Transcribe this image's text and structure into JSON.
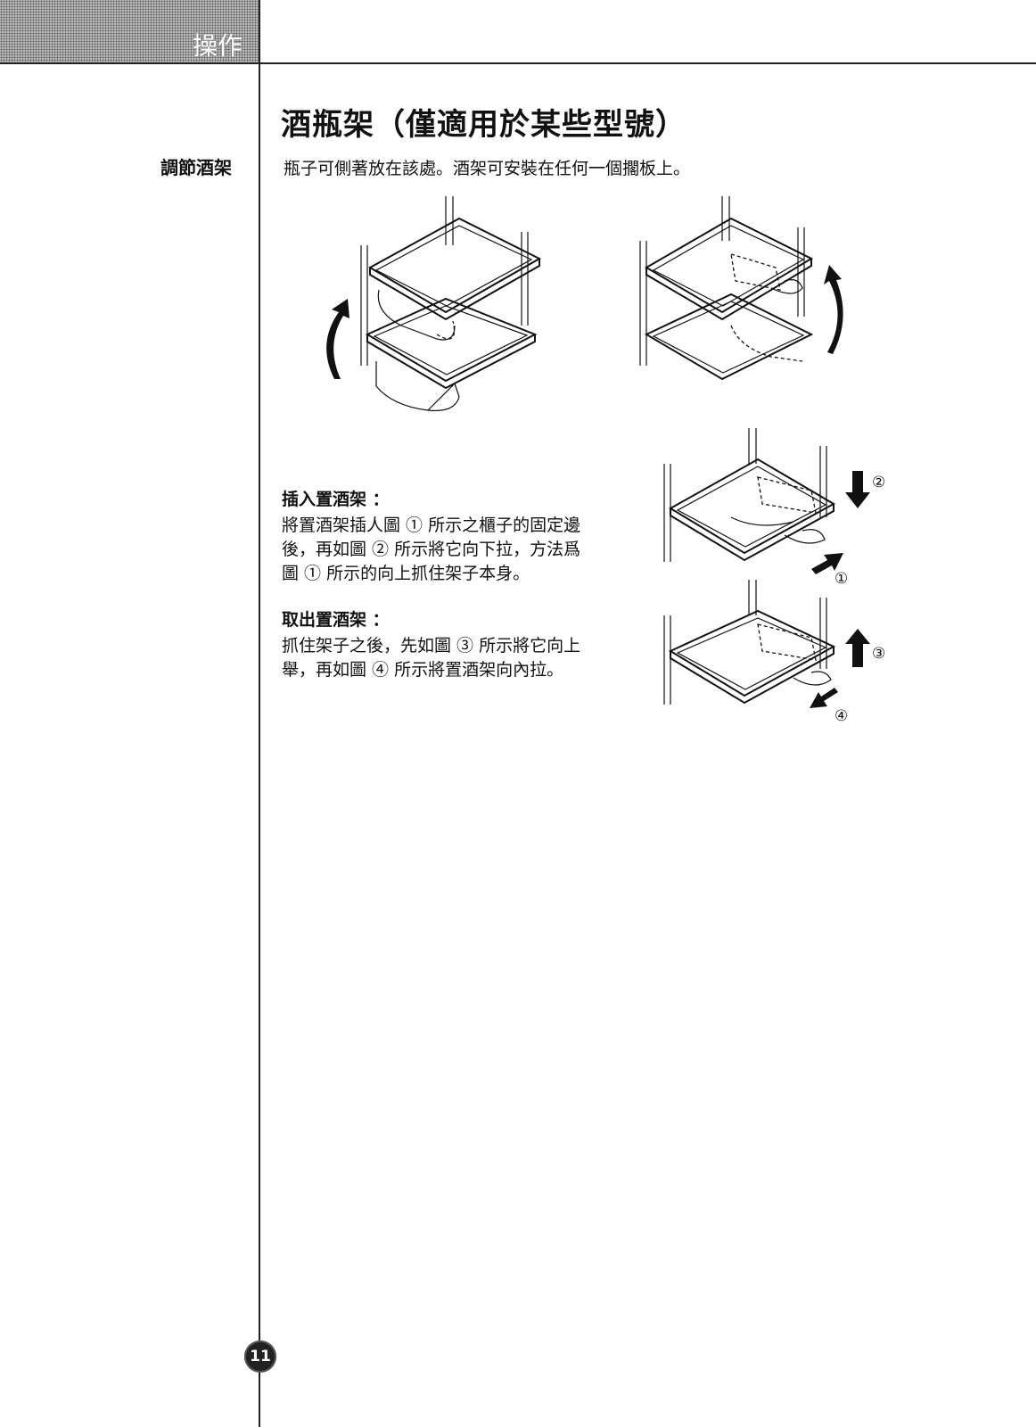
{
  "header": {
    "section_label": "操作"
  },
  "page": {
    "number": "11"
  },
  "main": {
    "title": "酒瓶架（僅適用於某些型號）",
    "side_heading": "調節酒架",
    "intro": "瓶子可側著放在該處。酒架可安裝在任何一個擱板上。",
    "insert": {
      "heading": "插入置酒架 ：",
      "lines": [
        "將置酒架插人圖 ① 所示之櫃子的固定邊",
        "後，再如圖 ② 所示將它向下拉，方法爲",
        "圖 ① 所示的向上抓住架子本身。"
      ]
    },
    "remove": {
      "heading": "取出置酒架 ：",
      "lines": [
        "抓住架子之後，先如圖 ③ 所示將它向上",
        "舉，再如圖 ④ 所示將置酒架向內拉。"
      ]
    }
  },
  "figures": {
    "labels": [
      "②",
      "①",
      "③",
      "④"
    ]
  }
}
